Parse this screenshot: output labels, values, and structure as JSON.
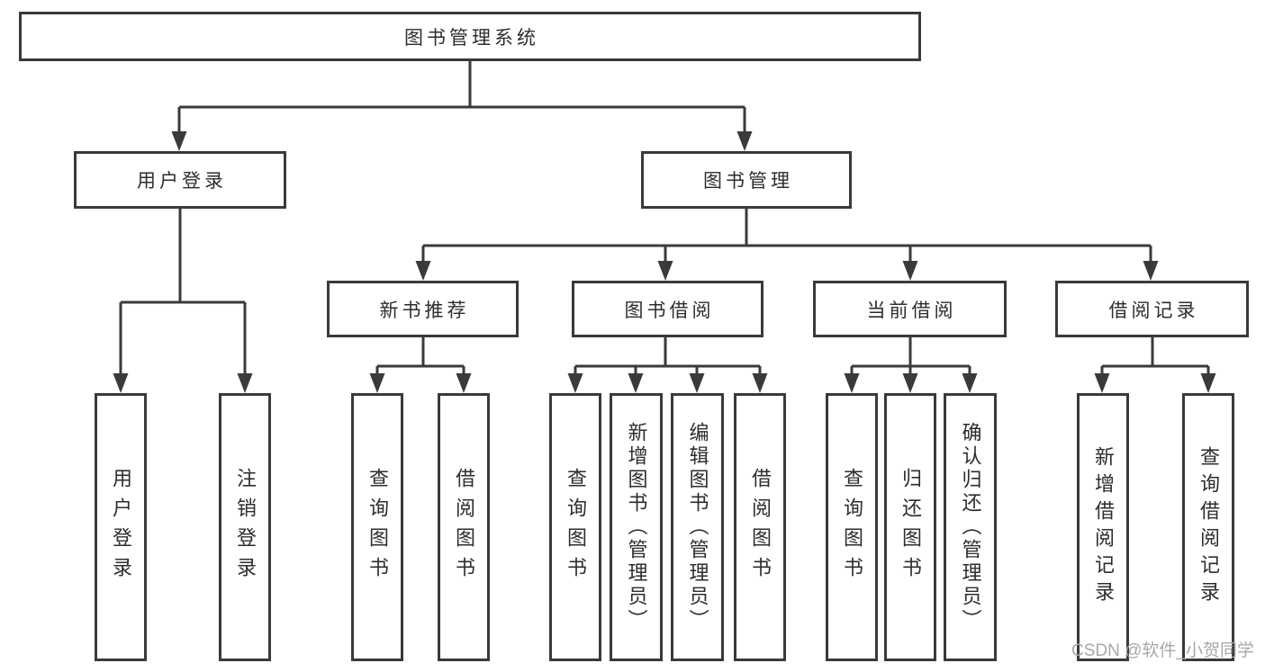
{
  "colors": {
    "line": "#3a3a3a",
    "box_border": "#3a3a3a",
    "text": "#2d2d2d",
    "watermark": "#a8a8a8",
    "background": "#ffffff"
  },
  "watermark": {
    "text": "CSDN @软件_小贺同学"
  },
  "tree": {
    "root": {
      "label": "图书管理系统",
      "children": [
        {
          "label": "用户登录",
          "children": [
            {
              "label": "用户登录"
            },
            {
              "label": "注销登录"
            }
          ]
        },
        {
          "label": "图书管理",
          "children": [
            {
              "label": "新书推荐",
              "children": [
                {
                  "label": "查询图书"
                },
                {
                  "label": "借阅图书"
                }
              ]
            },
            {
              "label": "图书借阅",
              "children": [
                {
                  "label": "查询图书"
                },
                {
                  "label": "新增图书（管理员）"
                },
                {
                  "label": "编辑图书（管理员）"
                },
                {
                  "label": "借阅图书"
                }
              ]
            },
            {
              "label": "当前借阅",
              "children": [
                {
                  "label": "查询图书"
                },
                {
                  "label": "归还图书"
                },
                {
                  "label": "确认归还（管理员）"
                }
              ]
            },
            {
              "label": "借阅记录",
              "children": [
                {
                  "label": "新增借阅记录"
                },
                {
                  "label": "查询借阅记录"
                }
              ]
            }
          ]
        }
      ]
    }
  }
}
